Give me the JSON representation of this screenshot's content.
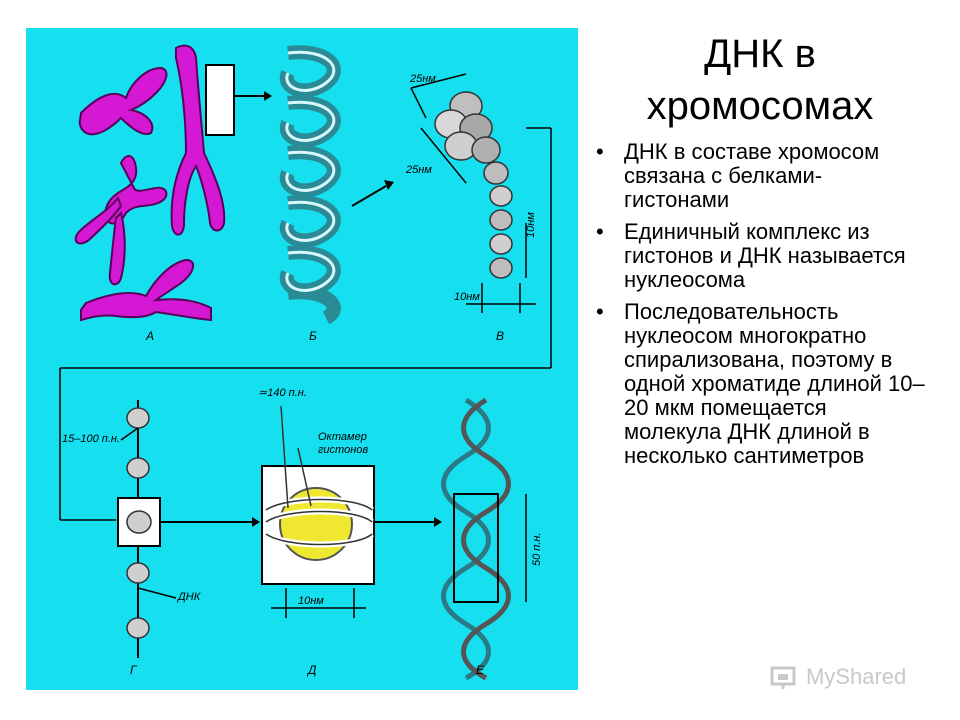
{
  "slide": {
    "title": "ДНК в хромосомах",
    "bullets": [
      "ДНК в составе хромосом связана с белками-гистонами",
      "Единичный комплекс из гистонов и ДНК называется нуклеосома",
      "Последовательность нуклеосом многократно спирализована, поэтому в одной хроматиде длиной 10–20 мкм помещается молекула ДНК длиной в несколько сантиметров"
    ],
    "watermark": "MyShared"
  },
  "figure": {
    "panel_labels": {
      "a": "А",
      "b": "Б",
      "v": "В",
      "g": "Г",
      "d": "Д",
      "e": "Е"
    },
    "labels": {
      "nm25_top": "25нм",
      "nm25_mid": "25нм",
      "nm10_vertical": "10нм",
      "nm10_bottom_v": "10нм",
      "bp_15_100": "15–100 п.н.",
      "bp_140": "≃140 п.н.",
      "octamer": "Октамер",
      "histones": "гистонов",
      "dna": "ДНК",
      "nm10_bottom_d": "10нм",
      "bp_50": "50 п.н."
    },
    "colors": {
      "background": "#16dfef",
      "chromosome": "#d418d4",
      "octamer_core": "#f0e830",
      "line": "#000000",
      "box": "#ffffff"
    }
  }
}
